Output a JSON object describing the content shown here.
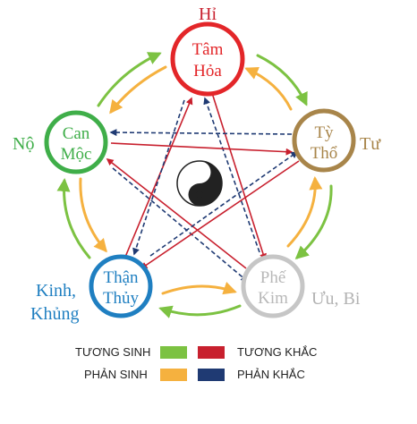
{
  "colors": {
    "tuong_sinh": "#7cc242",
    "phan_sinh": "#f5b13f",
    "tuong_khac": "#c8202e",
    "phan_khac": "#1f3a73"
  },
  "elements": [
    {
      "id": "hoa",
      "line1": "Tâm",
      "line2": "Hỏa",
      "color": "#e32629",
      "emotion": "Hỉ",
      "emotion_color": "#c8202e"
    },
    {
      "id": "tho",
      "line1": "Tỳ",
      "line2": "Thổ",
      "color": "#a8854a",
      "emotion": "Tư",
      "emotion_color": "#a8854a"
    },
    {
      "id": "kim",
      "line1": "Phế",
      "line2": "Kim",
      "color": "#c6c6c6",
      "emotion": "Ưu, Bi",
      "emotion_color": "#b3b3b3"
    },
    {
      "id": "thuy",
      "line1": "Thận",
      "line2": "Thủy",
      "color": "#1f7fc1",
      "emotion_line1": "Kinh,",
      "emotion_line2": "Khủng",
      "emotion_color": "#1f7fc1"
    },
    {
      "id": "moc",
      "line1": "Can",
      "line2": "Mộc",
      "color": "#3fae49",
      "emotion": "Nộ",
      "emotion_color": "#3fae49"
    }
  ],
  "center_icon": "yin-yang-icon",
  "legend": {
    "tuong_sinh": "TƯƠNG SINH",
    "phan_sinh": "PHẢN SINH",
    "tuong_khac": "TƯƠNG KHẮC",
    "phan_khac": "PHẢN KHẮC"
  }
}
